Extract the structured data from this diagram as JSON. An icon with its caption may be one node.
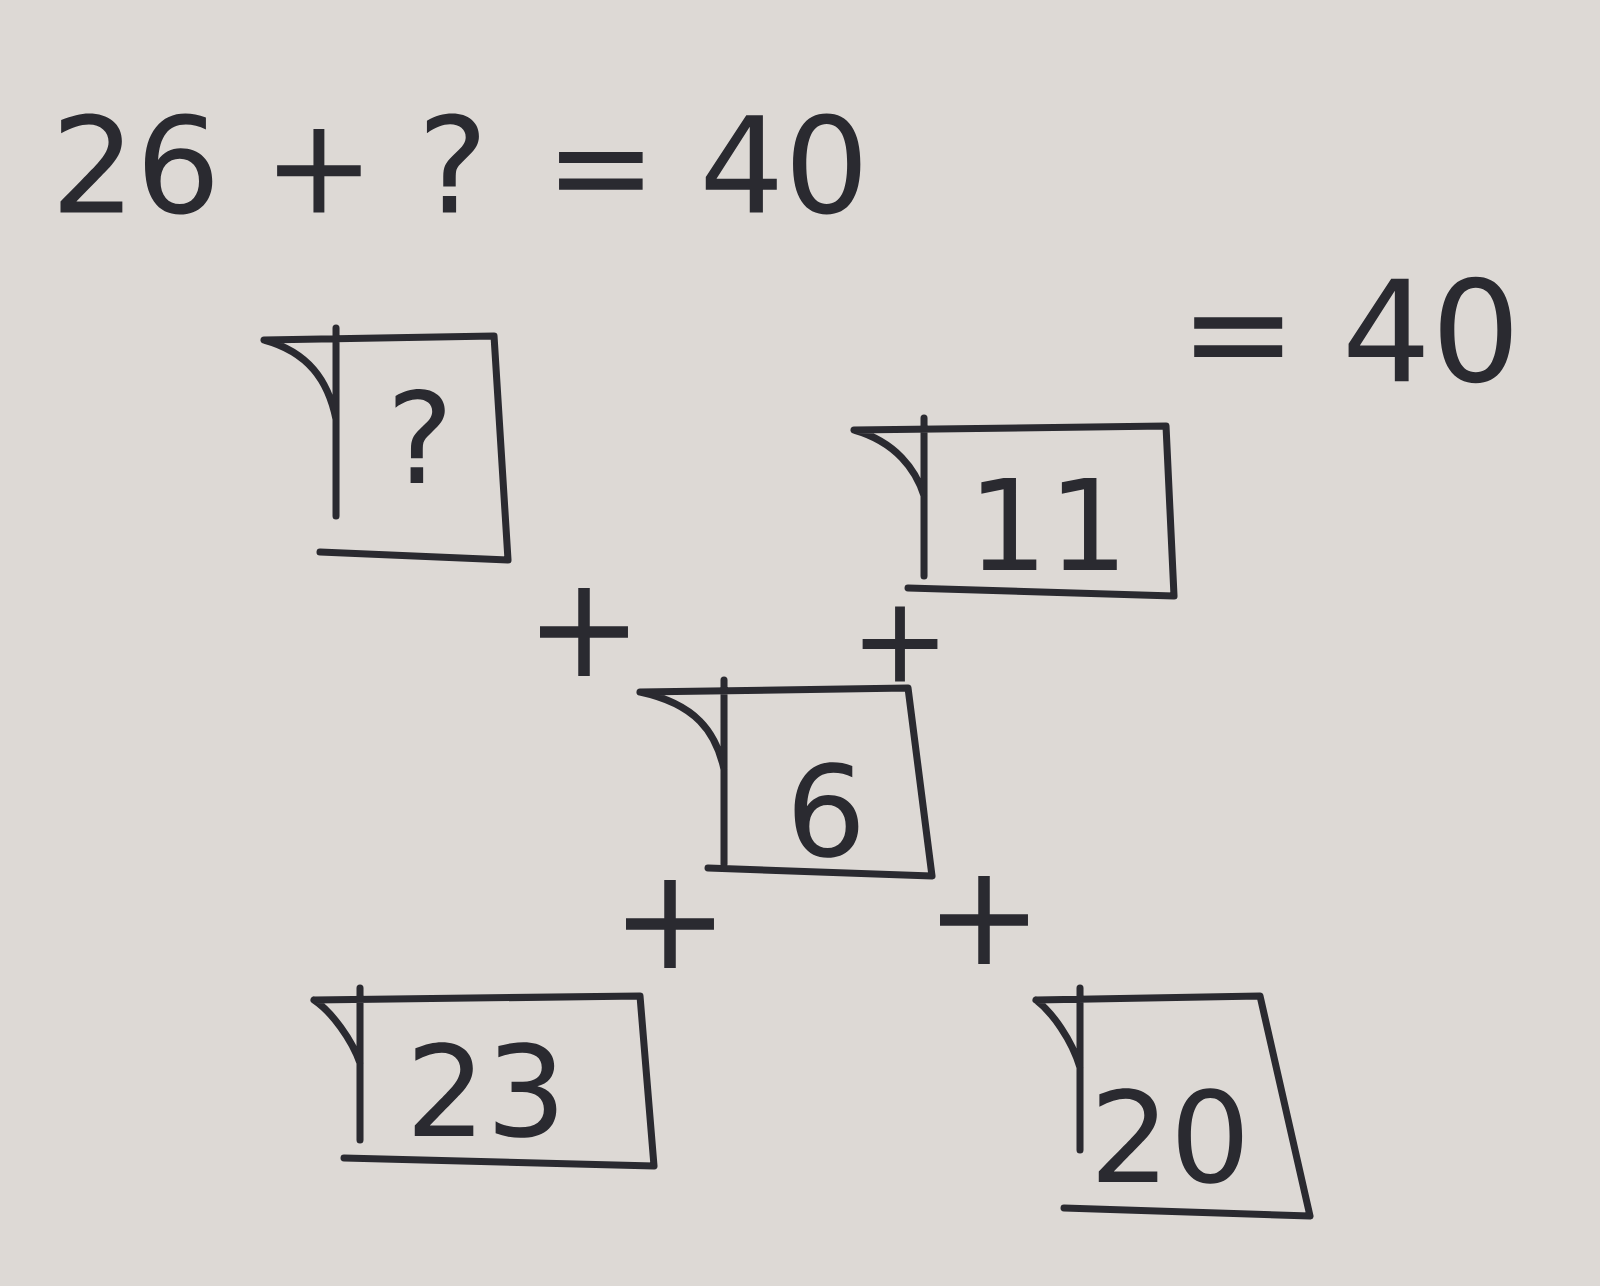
{
  "diagram": {
    "nodes": [
      {
        "text": [
          "?"
        ]
      },
      {
        "text": [
          "11"
        ]
      },
      {
        "text": [
          "6"
        ]
      },
      {
        "text": [
          "23"
        ]
      },
      {
        "text": [
          "20"
        ]
      }
    ],
    "labels": [
      "26 + ? = 40",
      "= 40",
      "+",
      "+",
      "+",
      "+"
    ]
  }
}
